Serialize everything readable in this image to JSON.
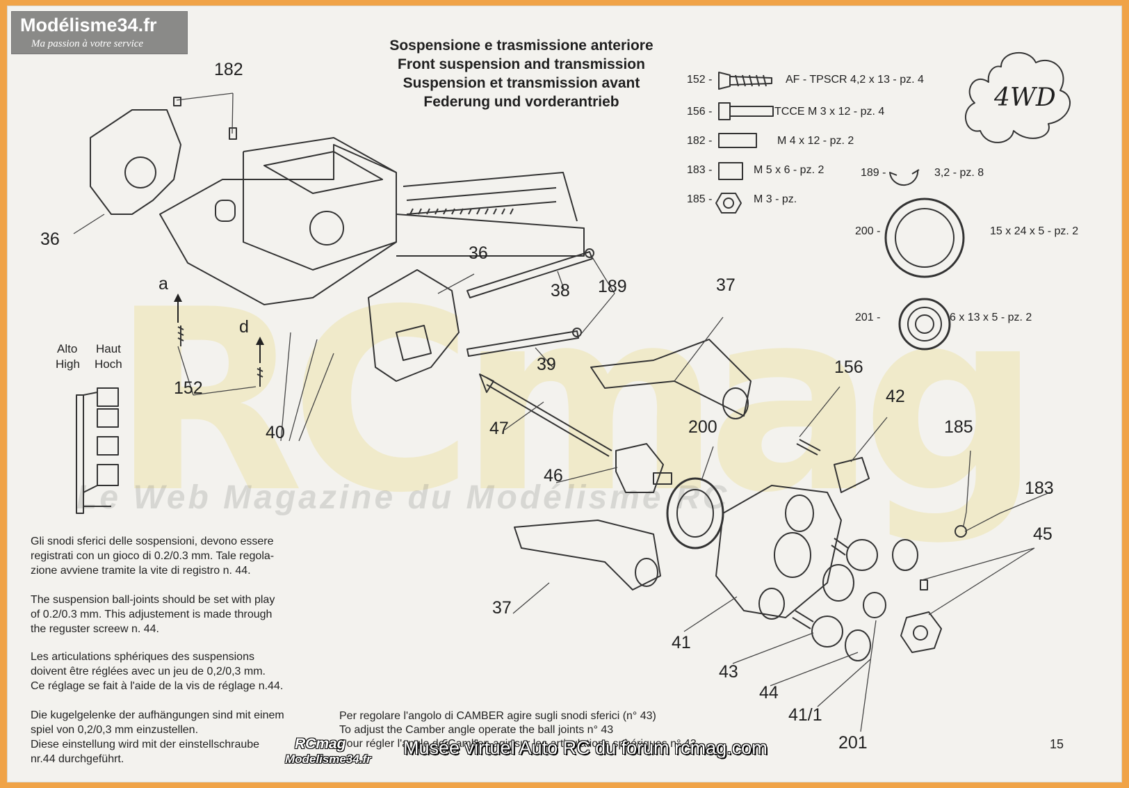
{
  "brand": {
    "name": "Modélisme34.fr",
    "tagline": "Ma passion à votre service"
  },
  "titles": [
    "Sospensione e trasmissione anteriore",
    "Front suspension and transmission",
    "Suspension et transmission avant",
    "Federung und vorderantrieb"
  ],
  "parts": {
    "p152": {
      "num": "152 -",
      "desc": "AF - TPSCR 4,2 x 13 - pz. 4"
    },
    "p156": {
      "num": "156 -",
      "desc": "TCCE M 3 x 12 - pz. 4"
    },
    "p182": {
      "num": "182 -",
      "desc": "M 4  x 12 - pz. 2"
    },
    "p183": {
      "num": "183 -",
      "desc": "M 5 x 6 - pz. 2"
    },
    "p185": {
      "num": "185 -",
      "desc": "M 3 - pz."
    },
    "p189": {
      "num": "189 -",
      "desc": "3,2 - pz. 8"
    },
    "p200": {
      "num": "200 -",
      "desc": "15 x 24 x 5 - pz. 2"
    },
    "p201": {
      "num": "201 -",
      "desc": "6 x 13 x 5 - pz. 2"
    }
  },
  "badge": "4WD",
  "labels": {
    "l182": "182",
    "l36a": "36",
    "l36b": "36",
    "l38": "38",
    "l189": "189",
    "l37a": "37",
    "la": "a",
    "ld": "d",
    "l39": "39",
    "l152": "152",
    "l40": "40",
    "l47": "47",
    "l156": "156",
    "l42": "42",
    "l200": "200",
    "l185": "185",
    "l46": "46",
    "l183": "183",
    "l45": "45",
    "l37b": "37",
    "l41": "41",
    "l43": "43",
    "l44": "44",
    "l411": "41/1",
    "l201": "201"
  },
  "height_labels": {
    "alto": "Alto",
    "high": "High",
    "haut": "Haut",
    "hoch": "Hoch"
  },
  "paragraphs": {
    "it": [
      "Gli snodi sferici delle sospensioni, devono essere",
      "registrati con un gioco di 0.2/0.3 mm. Tale regola-",
      "zione avviene tramite la vite di registro n. 44."
    ],
    "en": [
      "The suspension ball-joints should be set with play",
      "of 0.2/0.3 mm. This adjustement is made through",
      "the reguster screew n. 44."
    ],
    "fr": [
      "Les articulations sphériques des suspensions",
      "doivent être réglées avec un jeu de 0,2/0,3 mm.",
      "Ce réglage se fait à l'aide de la vis de réglage n.44."
    ],
    "de": [
      "Die kugelgelenke der aufhängungen sind mit einem",
      "spiel von 0,2/0,3 mm einzustellen.",
      "Diese einstellung wird mit der einstellschraube",
      "nr.44 durchgeführt."
    ]
  },
  "camber": [
    "Per regolare l'angolo di CAMBER agire sugli  snodi sferici (n° 43)",
    "To adjust the Camber  angle operate the ball joints n° 43",
    "Pour régler l'angle de Camber, agir sur les articulations sphériques n° 43"
  ],
  "watermark": {
    "big": "RCmag",
    "line": "Le Web Magazine du Modélisme RC"
  },
  "footer": {
    "logo1": "RCmag",
    "logo2": "Modelisme34.fr",
    "text": "Musée virtuel Auto RC du forum rcmag.com"
  },
  "page_number": "15",
  "colors": {
    "frame": "#f0a347",
    "paper": "#f3f2ee",
    "ink": "#1f1f1f",
    "watermark": "#e8d66e"
  }
}
